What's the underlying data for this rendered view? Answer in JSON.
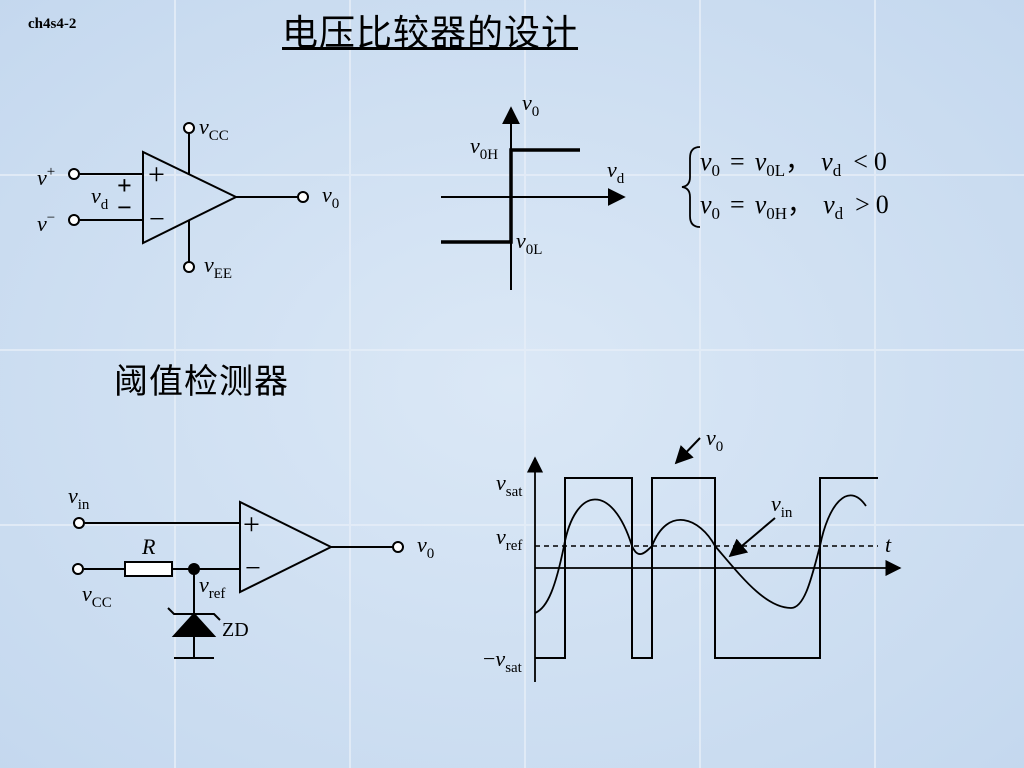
{
  "slide": {
    "code": "ch4s4-2",
    "title": "电压比较器的设计",
    "subtitle": "阈值检测器"
  },
  "comparator_circuit": {
    "supply_pos": {
      "var": "v",
      "sub": "CC"
    },
    "supply_neg": {
      "var": "v",
      "sub": "EE"
    },
    "input_pos": {
      "var": "v",
      "sup": "+"
    },
    "input_neg": {
      "var": "v",
      "sup": "−"
    },
    "diff_input": {
      "var": "v",
      "sub": "d"
    },
    "plus_sign": "+",
    "minus_sign": "−",
    "diff_plus": "+",
    "diff_minus": "−",
    "output": {
      "var": "v",
      "sub": "0"
    }
  },
  "transfer_graph": {
    "y_axis": {
      "var": "v",
      "sub": "0"
    },
    "x_axis": {
      "var": "v",
      "sub": "d"
    },
    "high_level": {
      "var": "v",
      "sub": "0H"
    },
    "low_level": {
      "var": "v",
      "sub": "0L"
    }
  },
  "equations": [
    {
      "lhs_var": "v",
      "lhs_sub": "0",
      "eq": "=",
      "rhs_var": "v",
      "rhs_sub": "0L",
      "sep": "，",
      "cond_var": "v",
      "cond_sub": "d",
      "rel": "<",
      "value": "0"
    },
    {
      "lhs_var": "v",
      "lhs_sub": "0",
      "eq": "=",
      "rhs_var": "v",
      "rhs_sub": "0H",
      "sep": "，",
      "cond_var": "v",
      "cond_sub": "d",
      "rel": ">",
      "value": "0"
    }
  ],
  "threshold_circuit": {
    "input": {
      "var": "v",
      "sub": "in"
    },
    "resistor": "R",
    "supply": {
      "var": "v",
      "sub": "CC"
    },
    "reference": {
      "var": "v",
      "sub": "ref"
    },
    "zener": "ZD",
    "plus_sign": "+",
    "minus_sign": "−",
    "output": {
      "var": "v",
      "sub": "0"
    }
  },
  "waveform": {
    "sat_high": {
      "var": "v",
      "sub": "sat"
    },
    "ref_level": {
      "var": "v",
      "sub": "ref"
    },
    "sat_low": {
      "prefix": "−",
      "var": "v",
      "sub": "sat"
    },
    "time_axis": "t",
    "output_label": {
      "var": "v",
      "sub": "0"
    },
    "input_label": {
      "var": "v",
      "sub": "in"
    }
  }
}
